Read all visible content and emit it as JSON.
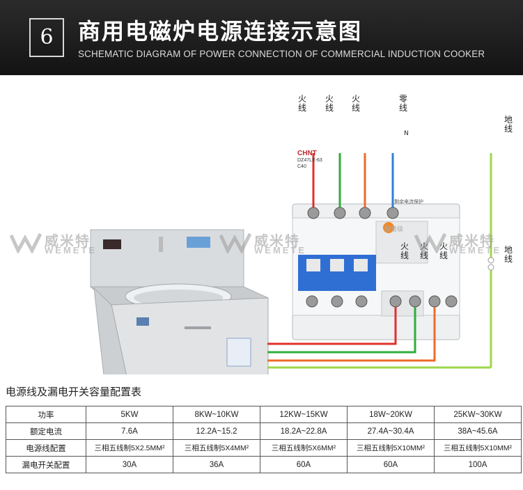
{
  "banner": {
    "number": "6",
    "title_cn": "商用电磁炉电源连接示意图",
    "title_en": "SCHEMATIC DIAGRAM OF POWER CONNECTION OF COMMERCIAL INDUCTION COOKER"
  },
  "wire_labels": {
    "top": [
      "火线",
      "火线",
      "火线",
      "零线"
    ],
    "earth_top": "地线",
    "earth_right": "地线",
    "bottom": [
      "火线",
      "火线",
      "火线"
    ],
    "breaker_terminal_n": "N"
  },
  "wire_colors": {
    "red": "#e0302c",
    "green": "#2fae3c",
    "orange": "#ef6a2a",
    "blue": "#2f7fd6",
    "earth": "#9fd64a"
  },
  "breaker": {
    "brand": "CHNT",
    "model": "DZ47LE-63",
    "rating": "C40",
    "label": "剩余电流保护",
    "stamp": "静音级"
  },
  "watermark": {
    "cn": "威米特",
    "en": "WEMETE"
  },
  "table": {
    "title": "电源线及漏电开关容量配置表",
    "rows": [
      [
        "功率",
        "5KW",
        "8KW~10KW",
        "12KW~15KW",
        "18W~20KW",
        "25KW~30KW"
      ],
      [
        "额定电流",
        "7.6A",
        "12.2A~15.2",
        "18.2A~22.8A",
        "27.4A~30.4A",
        "38A~45.6A"
      ],
      [
        "电源线配置",
        "三相五线制5X2.5MM²",
        "三相五线制5X4MM²",
        "三相五线制5X6MM²",
        "三相五线制5X10MM²",
        "三相五线制5X10MM²"
      ],
      [
        "漏电开关配置",
        "30A",
        "36A",
        "60A",
        "60A",
        "100A"
      ]
    ]
  }
}
